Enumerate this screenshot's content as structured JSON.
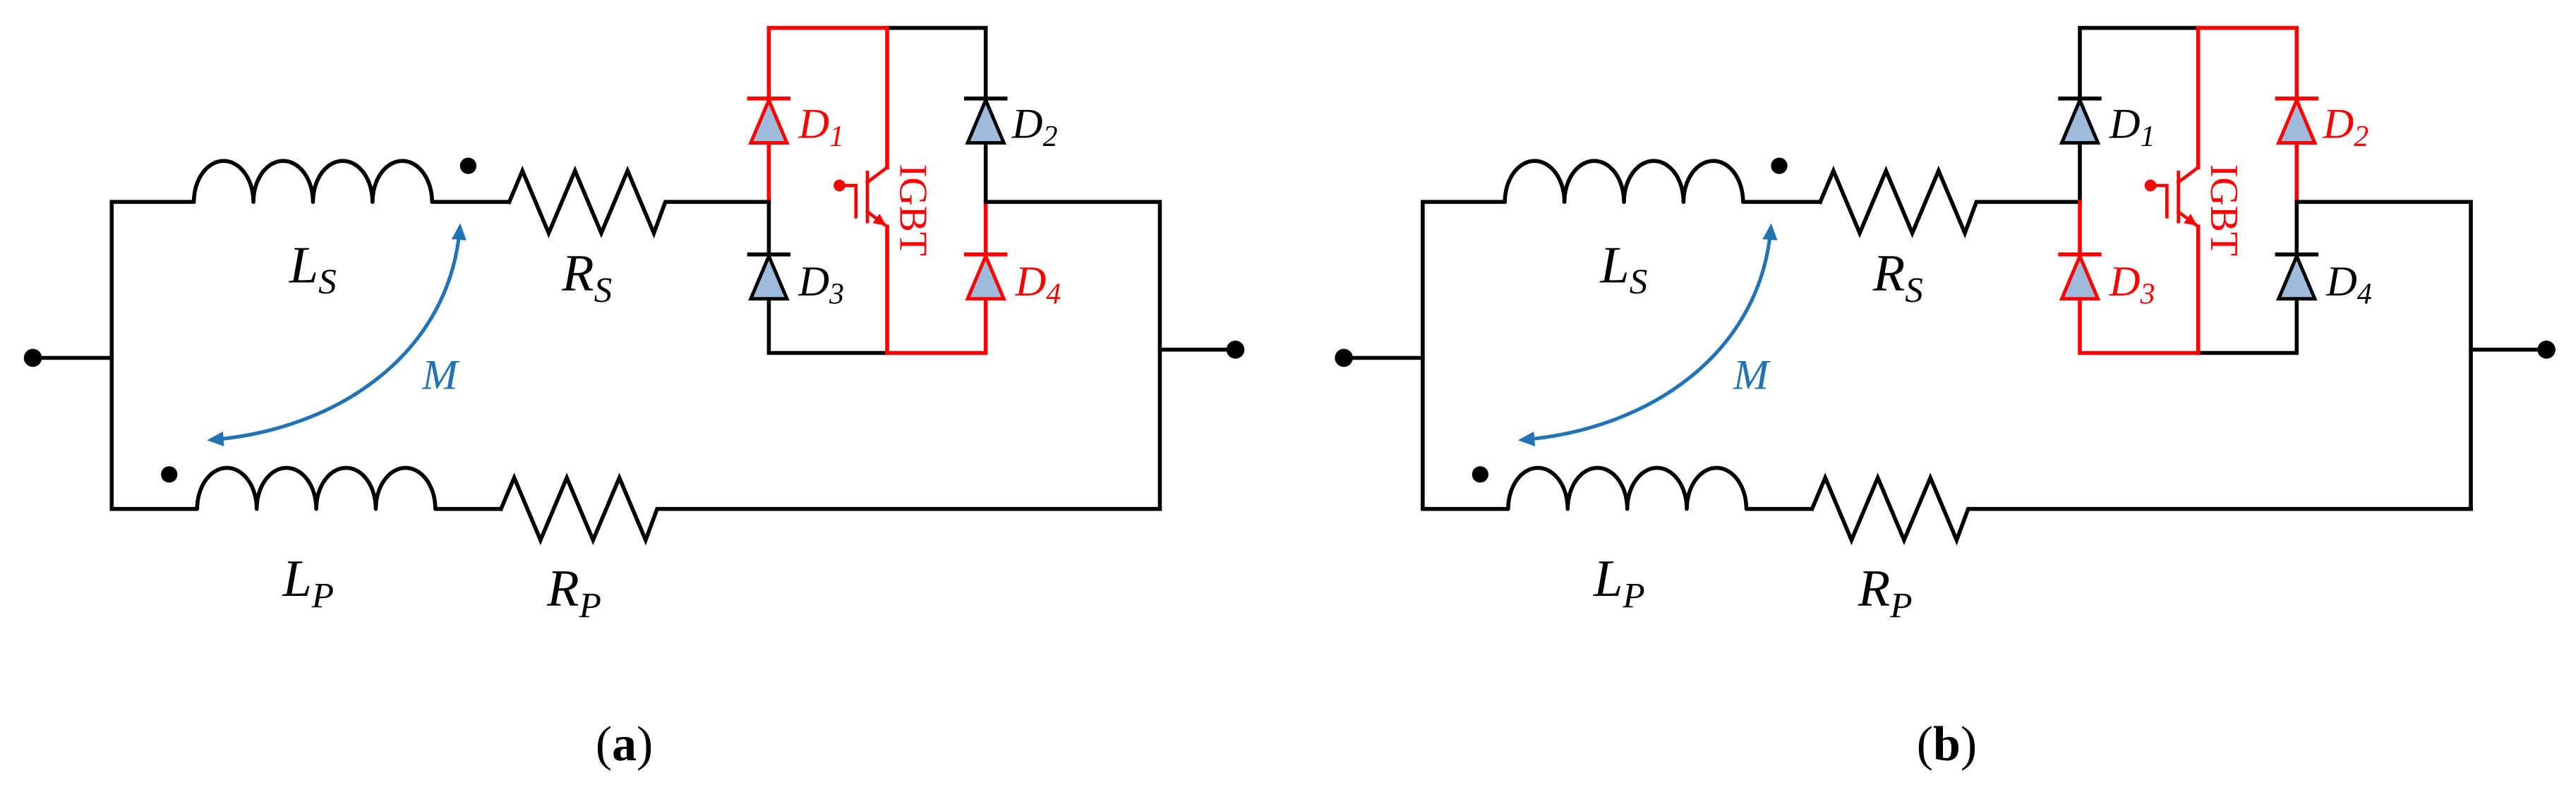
{
  "colors": {
    "wire": "#000000",
    "conducting": "#ff0000",
    "coupling": "#2272b6",
    "diode_fill": "#9fbadb"
  },
  "panels": [
    {
      "caption": {
        "open": "(",
        "label": "a",
        "close": ")"
      },
      "series_inductor": {
        "symbol": "L",
        "sub": "S"
      },
      "series_resistor": {
        "symbol": "R",
        "sub": "S"
      },
      "parallel_inductor": {
        "symbol": "L",
        "sub": "P"
      },
      "parallel_resistor": {
        "symbol": "R",
        "sub": "P"
      },
      "mutual_inductance": "M",
      "switch": {
        "label": "IGBT",
        "highlighted": true
      },
      "diodes": [
        {
          "symbol": "D",
          "sub": "1",
          "highlighted": true
        },
        {
          "symbol": "D",
          "sub": "2",
          "highlighted": false
        },
        {
          "symbol": "D",
          "sub": "3",
          "highlighted": false
        },
        {
          "symbol": "D",
          "sub": "4",
          "highlighted": true
        }
      ]
    },
    {
      "caption": {
        "open": "(",
        "label": "b",
        "close": ")"
      },
      "series_inductor": {
        "symbol": "L",
        "sub": "S"
      },
      "series_resistor": {
        "symbol": "R",
        "sub": "S"
      },
      "parallel_inductor": {
        "symbol": "L",
        "sub": "P"
      },
      "parallel_resistor": {
        "symbol": "R",
        "sub": "P"
      },
      "mutual_inductance": "M",
      "switch": {
        "label": "IGBT",
        "highlighted": true
      },
      "diodes": [
        {
          "symbol": "D",
          "sub": "1",
          "highlighted": false
        },
        {
          "symbol": "D",
          "sub": "2",
          "highlighted": true
        },
        {
          "symbol": "D",
          "sub": "3",
          "highlighted": true
        },
        {
          "symbol": "D",
          "sub": "4",
          "highlighted": false
        }
      ]
    }
  ]
}
